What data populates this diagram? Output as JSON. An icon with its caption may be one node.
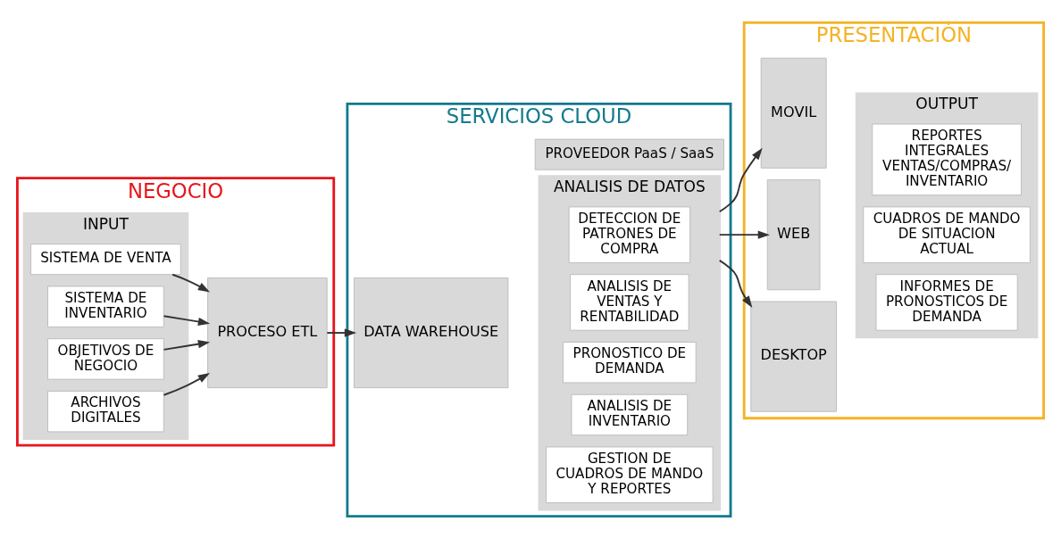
{
  "diagram": {
    "nodes": [
      {
        "text": [
          "NEGOCIO"
        ]
      },
      {
        "text": [
          "INPUT"
        ],
        "in": 0
      },
      {
        "text": [
          "SISTEMA DE VENTA"
        ],
        "in": 1
      },
      {
        "text": [
          "SISTEMA DE INVENTARIO"
        ],
        "in": 1
      },
      {
        "text": [
          "OBJETIVOS DE NEGOCIO"
        ],
        "in": 1
      },
      {
        "text": [
          "ARCHIVOS DIGITALES"
        ],
        "in": 1
      },
      {
        "text": [
          "PROCESO ETL"
        ],
        "in": 0
      },
      {
        "text": [
          "SERVICIOS CLOUD"
        ]
      },
      {
        "text": [
          "DATA WAREHOUSE"
        ],
        "in": 7
      },
      {
        "text": [
          "ANALISIS DE DATOS"
        ],
        "in": 7
      },
      {
        "text": [
          "DETECCION DE PATRONES DE COMPRA"
        ],
        "in": 9
      },
      {
        "text": [
          "ANALISIS DE VENTAS Y RENTABILIDAD"
        ],
        "in": 9
      },
      {
        "text": [
          "PRONOSTICO DE DEMANDA"
        ],
        "in": 9
      },
      {
        "text": [
          "ANALISIS DE INVENTARIO"
        ],
        "in": 9
      },
      {
        "text": [
          "GESTION DE CUADROS DE MANDO Y REPORTES"
        ],
        "in": 9
      },
      {
        "text": [
          "PROVEEDOR PaaS / SaaS"
        ],
        "in": 7
      },
      {
        "text": [
          "PRESENTACIÓN"
        ]
      },
      {
        "text": [
          "MOVIL"
        ],
        "in": 16
      },
      {
        "text": [
          "WEB"
        ],
        "in": 16
      },
      {
        "text": [
          "DESKTOP"
        ],
        "in": 16
      },
      {
        "text": [
          "OUTPUT"
        ],
        "in": 16
      },
      {
        "text": [
          "REPORTES INTEGRALES VENTAS/COMPRAS/ INVENTARIO"
        ],
        "in": 20
      },
      {
        "text": [
          "CUADROS DE MANDO DE SITUACION ACTUAL"
        ],
        "in": 20
      },
      {
        "text": [
          "INFORMES DE PRONOSTICOS DE DEMANDA"
        ],
        "in": 20
      }
    ],
    "edges": [
      {
        "from": 2,
        "to": 6,
        "arrow": "to"
      },
      {
        "from": 3,
        "to": 6,
        "arrow": "to"
      },
      {
        "from": 4,
        "to": 6,
        "arrow": "to"
      },
      {
        "from": 5,
        "to": 6,
        "arrow": "to"
      },
      {
        "from": 6,
        "to": 8,
        "arrow": "to"
      },
      {
        "from": 9,
        "to": 17,
        "arrow": "to"
      },
      {
        "from": 9,
        "to": 18,
        "arrow": "to"
      },
      {
        "from": 9,
        "to": 19,
        "arrow": "to"
      }
    ]
  }
}
